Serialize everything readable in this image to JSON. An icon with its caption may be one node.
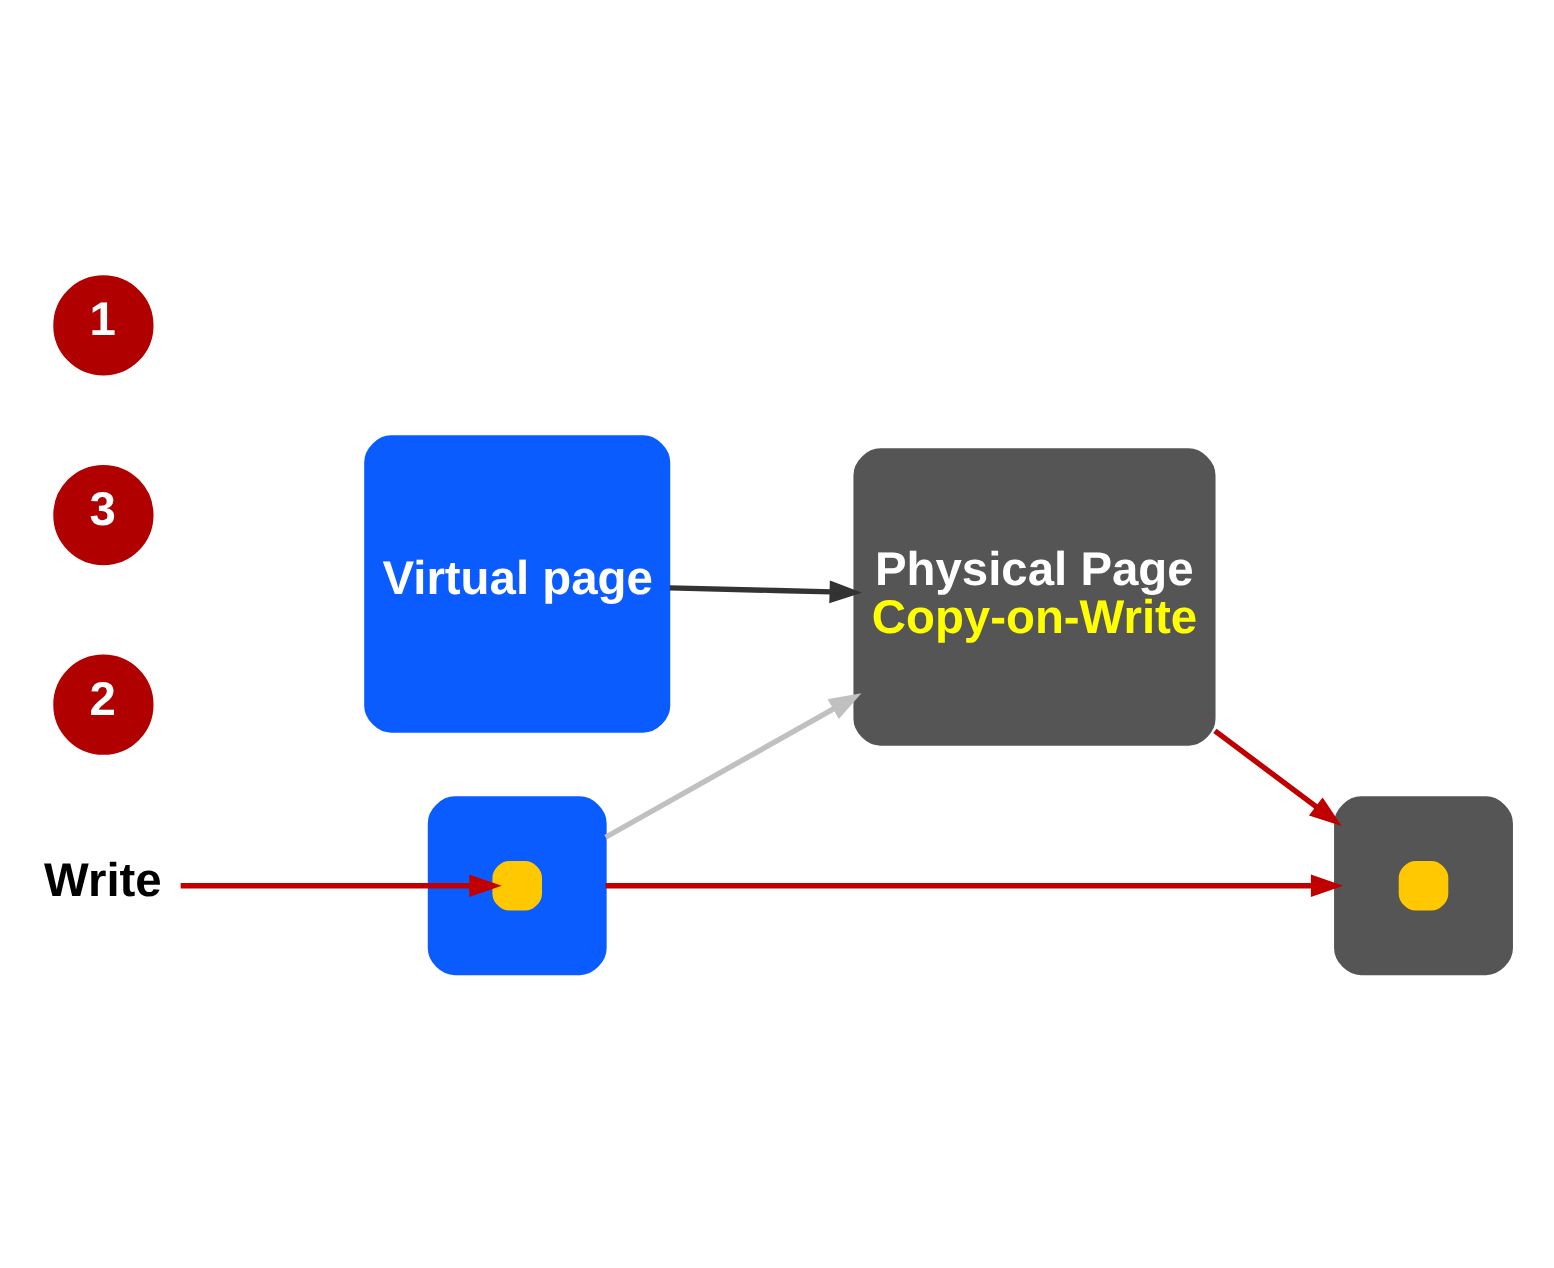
{
  "diagram": {
    "nodes": [
      {
        "text": [
          "Virtual page"
        ]
      },
      {
        "text": [
          "Physical Page",
          "Copy-on-Write"
        ]
      },
      {
        "text": [],
        "shape": "box"
      },
      {
        "text": [],
        "shape": "box",
        "in": 2
      },
      {
        "text": [],
        "shape": "box"
      },
      {
        "text": [],
        "shape": "box",
        "in": 4
      },
      {
        "text": [
          "Write"
        ]
      },
      {
        "text": [
          "2"
        ]
      },
      {
        "text": [
          "3"
        ]
      },
      {
        "text": [
          "1"
        ]
      }
    ],
    "edges": [
      {
        "from": 0,
        "to": 1,
        "arrow": "to",
        "color": "#333333"
      },
      {
        "from": 1,
        "to": 4,
        "arrow": "to",
        "color": "#c00000"
      },
      {
        "from": 2,
        "to": 1,
        "arrow": "to",
        "color": "#c0c0c0"
      },
      {
        "from": 2,
        "to": 4,
        "arrow": "to",
        "color": "#c00000"
      },
      {
        "from": 6,
        "to": 3,
        "arrow": "to",
        "color": "#c00000"
      }
    ]
  }
}
